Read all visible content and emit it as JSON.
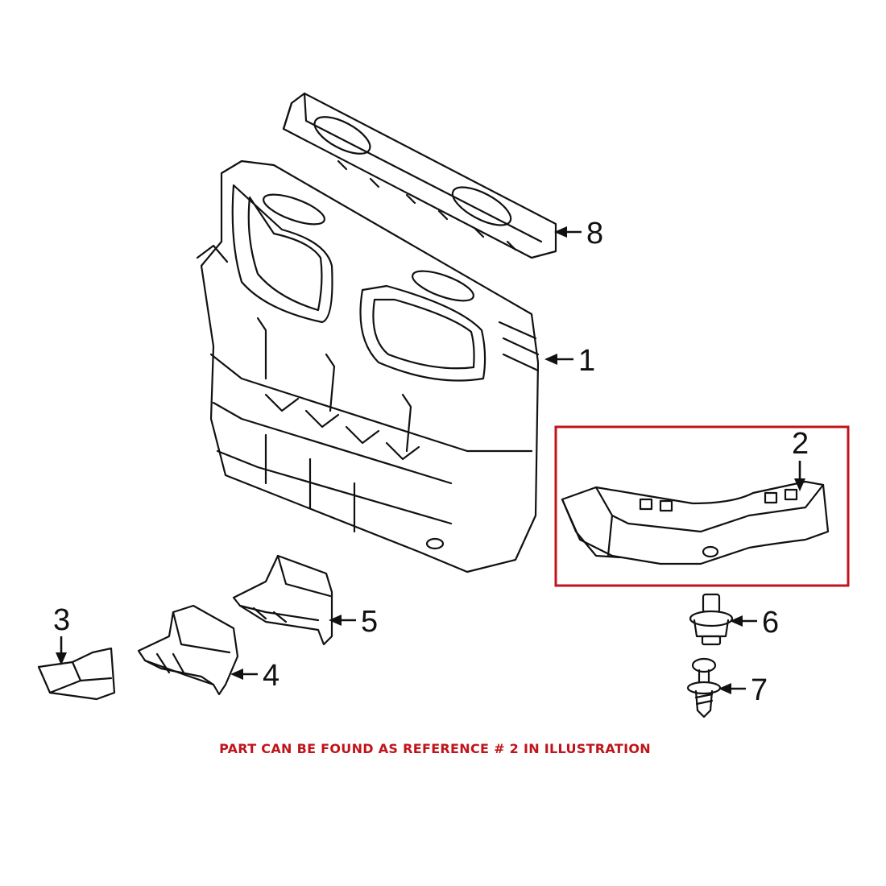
{
  "callouts": {
    "c1": "1",
    "c2": "2",
    "c3": "3",
    "c4": "4",
    "c5": "5",
    "c6": "6",
    "c7": "7",
    "c8": "8"
  },
  "note": {
    "text": "PART CAN BE FOUND AS REFERENCE # 2 IN ILLUSTRATION",
    "color": "#c0141a"
  },
  "highlight": {
    "reference": "2",
    "color": "#c0141a"
  },
  "icons": {
    "callout_pointer": "arrow-icon"
  }
}
